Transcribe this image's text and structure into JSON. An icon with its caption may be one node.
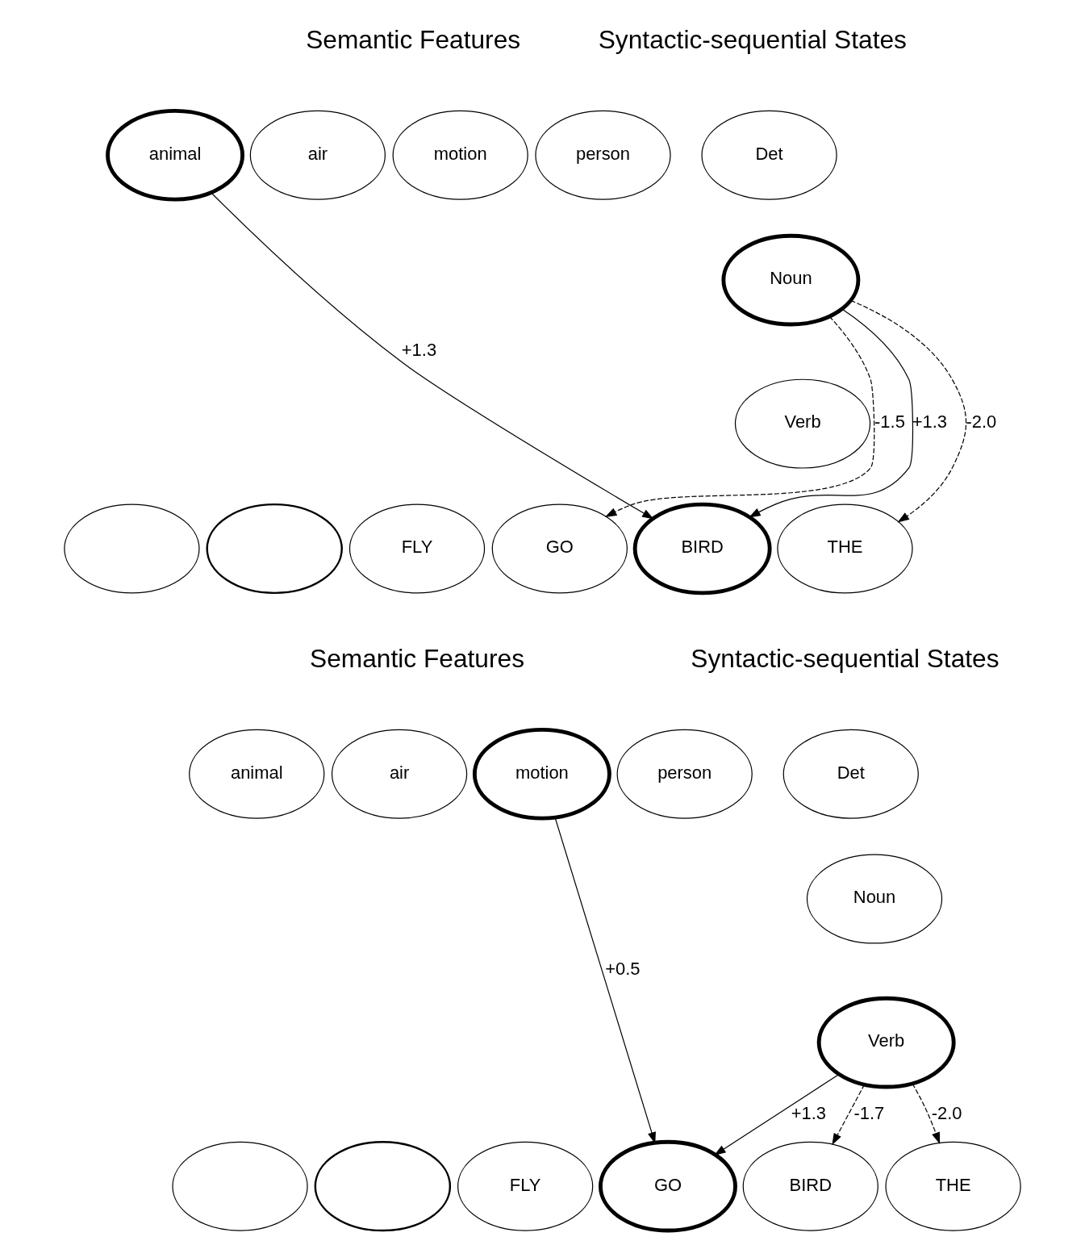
{
  "diagram": {
    "nodes": [
      {
        "text": [
          "animal"
        ]
      },
      {
        "text": [
          "air"
        ]
      },
      {
        "text": [
          "motion"
        ]
      },
      {
        "text": [
          "person"
        ]
      },
      {
        "text": [
          "Det"
        ]
      },
      {
        "text": [
          "Noun"
        ]
      },
      {
        "text": [
          "Verb"
        ]
      },
      {
        "text": [],
        "shape": "ellipse"
      },
      {
        "text": [],
        "shape": "ellipse"
      },
      {
        "text": [
          "FLY"
        ]
      },
      {
        "text": [
          "GO"
        ]
      },
      {
        "text": [
          "BIRD"
        ]
      },
      {
        "text": [
          "THE"
        ]
      },
      {
        "text": [
          "animal"
        ]
      },
      {
        "text": [
          "air"
        ]
      },
      {
        "text": [
          "motion"
        ]
      },
      {
        "text": [
          "person"
        ]
      },
      {
        "text": [
          "Det"
        ]
      },
      {
        "text": [
          "Noun"
        ]
      },
      {
        "text": [
          "Verb"
        ]
      },
      {
        "text": [],
        "shape": "ellipse"
      },
      {
        "text": [],
        "shape": "ellipse"
      },
      {
        "text": [
          "FLY"
        ]
      },
      {
        "text": [
          "GO"
        ]
      },
      {
        "text": [
          "BIRD"
        ]
      },
      {
        "text": [
          "THE"
        ]
      }
    ],
    "edges": [
      {
        "from": 0,
        "to": 11,
        "arrow": "to",
        "label": "+1.3"
      },
      {
        "from": 5,
        "to": 10,
        "arrow": "to",
        "label": "-1.5",
        "style": "dashed"
      },
      {
        "from": 5,
        "to": 11,
        "arrow": "to",
        "label": "+1.3"
      },
      {
        "from": 5,
        "to": 12,
        "arrow": "to",
        "label": "-2.0",
        "style": "dashed"
      },
      {
        "from": 15,
        "to": 23,
        "arrow": "to",
        "label": "+0.5"
      },
      {
        "from": 19,
        "to": 23,
        "arrow": "to",
        "label": "+1.3"
      },
      {
        "from": 19,
        "to": 24,
        "arrow": "to",
        "label": "-1.7",
        "style": "dashed"
      },
      {
        "from": 19,
        "to": 25,
        "arrow": "to",
        "label": "-2.0",
        "style": "dashed"
      }
    ],
    "labels": [
      "Semantic Features",
      "Syntactic-sequential States",
      "Semantic Features",
      "Syntactic-sequential States"
    ]
  }
}
